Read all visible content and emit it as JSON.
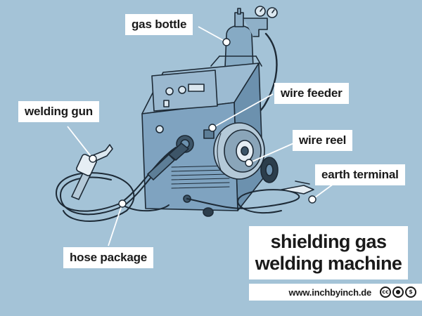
{
  "labels": {
    "gas_bottle": "gas bottle",
    "wire_feeder": "wire feeder",
    "welding_gun": "welding gun",
    "wire_reel": "wire reel",
    "earth_terminal": "earth terminal",
    "hose_package": "hose package"
  },
  "title": {
    "line1": "shielding gas",
    "line2": "welding machine"
  },
  "footer": {
    "url": "www.inchbyinch.de",
    "license_icons": [
      "cc-icon",
      "by-icon",
      "nc-icon"
    ]
  },
  "colors": {
    "background": "#a4c3d7",
    "machine": "#7fa3c0",
    "label_bg": "#ffffff",
    "text": "#1a1a1a"
  }
}
